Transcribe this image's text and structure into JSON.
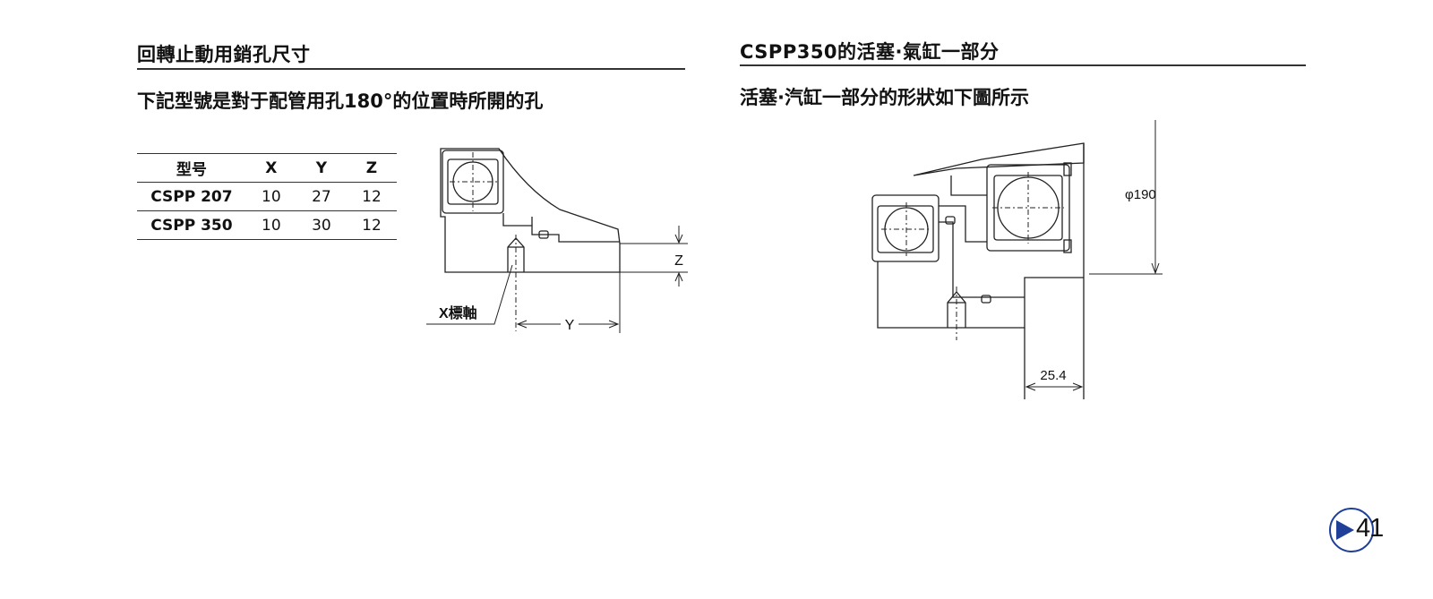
{
  "left_section": {
    "title": "回轉止動用銷孔尺寸",
    "subtitle": "下記型號是對于配管用孔180°的位置時所開的孔",
    "table": {
      "headers": [
        "型号",
        "X",
        "Y",
        "Z"
      ],
      "rows": [
        [
          "CSPP 207",
          "10",
          "27",
          "12"
        ],
        [
          "CSPP 350",
          "10",
          "30",
          "12"
        ]
      ]
    },
    "drawing_labels": {
      "x_axis": "X標軸",
      "y_dim": "Y",
      "z_dim": "Z"
    }
  },
  "right_section": {
    "title": "CSPP350的活塞·氣缸一部分",
    "subtitle": "活塞·汽缸一部分的形狀如下圖所示",
    "drawing_labels": {
      "diameter": "φ190",
      "width": "25.4"
    }
  },
  "page": {
    "number": "41",
    "badge_color": "#1f3f99"
  }
}
